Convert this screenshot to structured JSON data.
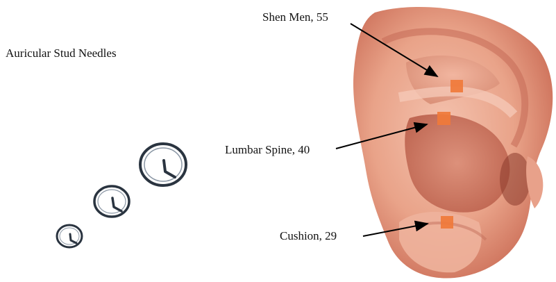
{
  "figure": {
    "caption": "Auricular Stud Needles",
    "points": [
      {
        "id": "shen-men",
        "label": "Shen Men, 55"
      },
      {
        "id": "lumbar-spine",
        "label": "Lumbar Spine, 40"
      },
      {
        "id": "cushion",
        "label": "Cushion, 29"
      }
    ],
    "colors": {
      "marker": "#f07a3a",
      "skin": "#e9a389",
      "skin_dark": "#c76650",
      "needle": "#2a3440",
      "arrow": "#000000"
    },
    "icons": [
      "stud-needle-icon",
      "ear-illustration",
      "arrow-icon"
    ]
  }
}
